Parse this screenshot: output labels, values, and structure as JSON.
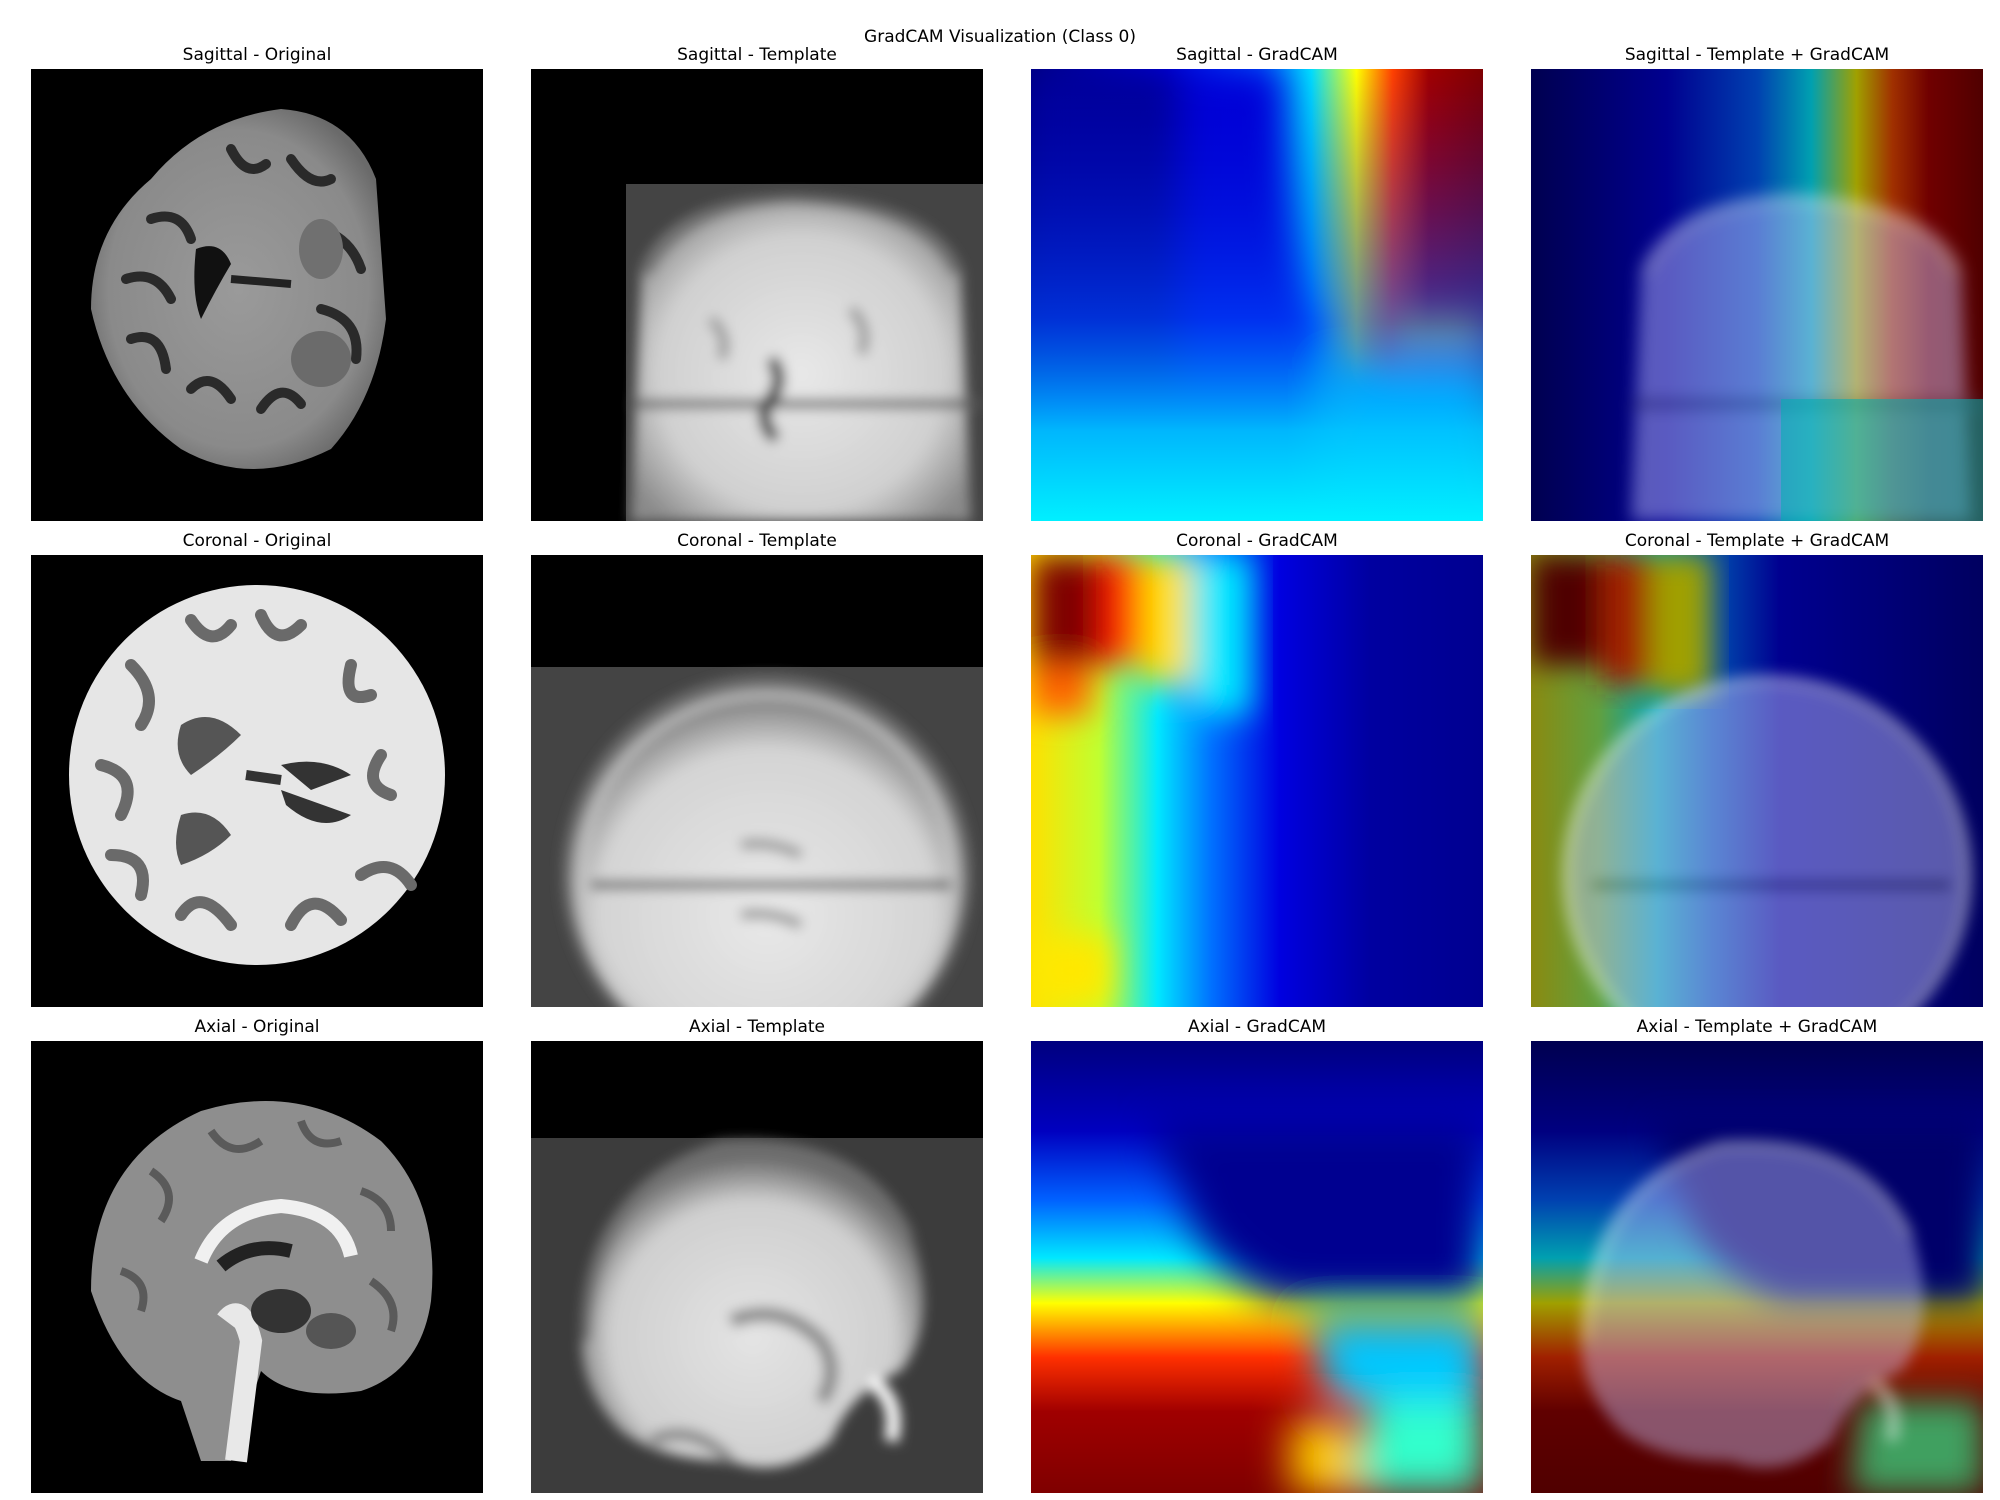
{
  "figure": {
    "title": "GradCAM Visualization (Class 0)"
  },
  "rows": [
    {
      "name": "sagittal",
      "panels": [
        {
          "title": "Sagittal - Original",
          "kind": "original"
        },
        {
          "title": "Sagittal - Template",
          "kind": "template"
        },
        {
          "title": "Sagittal - GradCAM",
          "kind": "gradcam"
        },
        {
          "title": "Sagittal - Template + GradCAM",
          "kind": "overlay"
        }
      ]
    },
    {
      "name": "coronal",
      "panels": [
        {
          "title": "Coronal - Original",
          "kind": "original"
        },
        {
          "title": "Coronal - Template",
          "kind": "template"
        },
        {
          "title": "Coronal - GradCAM",
          "kind": "gradcam"
        },
        {
          "title": "Coronal - Template + GradCAM",
          "kind": "overlay"
        }
      ]
    },
    {
      "name": "axial",
      "panels": [
        {
          "title": "Axial - Original",
          "kind": "original"
        },
        {
          "title": "Axial - Template",
          "kind": "template"
        },
        {
          "title": "Axial - GradCAM",
          "kind": "gradcam"
        },
        {
          "title": "Axial - Template + GradCAM",
          "kind": "overlay"
        }
      ]
    }
  ],
  "colors": {
    "jet_low": "#00007f",
    "jet_blue": "#0000ff",
    "jet_cyan": "#00ffff",
    "jet_yellow": "#ffff00",
    "jet_red": "#ff0000",
    "jet_high": "#7f0000",
    "background": "#000000"
  }
}
